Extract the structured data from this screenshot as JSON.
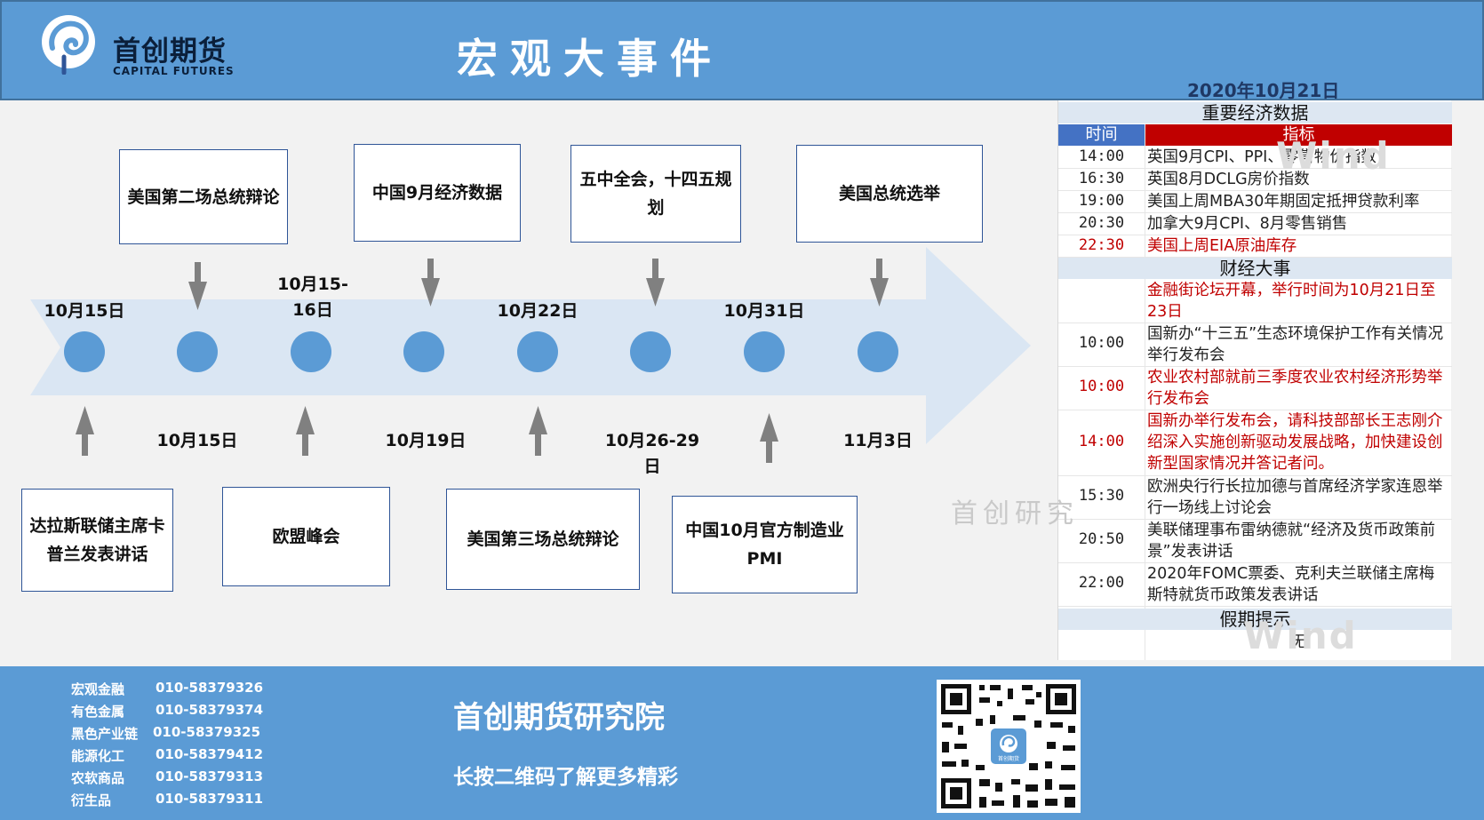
{
  "header": {
    "brand_cn": "首创期货",
    "brand_en": "CAPITAL FUTURES",
    "title": "宏观大事件",
    "date": "2020年10月21日"
  },
  "timeline": {
    "top_labels": [
      "10月15日",
      "10月15-16日",
      "10月22日",
      "10月31日"
    ],
    "bottom_labels": [
      "10月15日",
      "10月19日",
      "10月26-29日",
      "11月3日"
    ],
    "top_events": [
      "美国第二场总统辩论",
      "中国9月经济数据",
      "五中全会，十四五规划",
      "美国总统选举"
    ],
    "bottom_events": [
      "达拉斯联储主席卡普兰发表讲话",
      "欧盟峰会",
      "美国第三场总统辩论",
      "中国10月官方制造业PMI"
    ]
  },
  "panel": {
    "section1": "重要经济数据",
    "col_time": "时间",
    "col_indicator": "指标",
    "econ": [
      {
        "time": "14:00",
        "text": "英国9月CPI、PPI、零售物价指数",
        "highlight": false
      },
      {
        "time": "16:30",
        "text": "英国8月DCLG房价指数",
        "highlight": false
      },
      {
        "time": "19:00",
        "text": "美国上周MBA30年期固定抵押贷款利率",
        "highlight": false
      },
      {
        "time": "20:30",
        "text": "加拿大9月CPI、8月零售销售",
        "highlight": false
      },
      {
        "time": "22:30",
        "text": "美国上周EIA原油库存",
        "highlight": true
      }
    ],
    "section2": "财经大事",
    "events": [
      {
        "time": "",
        "text": "金融街论坛开幕，举行时间为10月21日至23日",
        "highlight": true
      },
      {
        "time": "10:00",
        "text": "国新办“十三五”生态环境保护工作有关情况举行发布会",
        "highlight": false
      },
      {
        "time": "10:00",
        "text": "农业农村部就前三季度农业农村经济形势举行发布会",
        "highlight": true
      },
      {
        "time": "14:00",
        "text": "国新办举行发布会，请科技部部长王志刚介绍深入实施创新驱动发展战略，加快建设创新型国家情况并答记者问。",
        "highlight": true
      },
      {
        "time": "15:30",
        "text": "欧洲央行行长拉加德与首席经济学家连恩举行一场线上讨论会",
        "highlight": false
      },
      {
        "time": "20:50",
        "text": "美联储理事布雷纳德就“经济及货币政策前景”发表讲话",
        "highlight": false
      },
      {
        "time": "22:00",
        "text": "2020年FOMC票委、克利夫兰联储主席梅斯特就货币政策发表讲话",
        "highlight": false
      }
    ],
    "section3": "假期提示",
    "holiday": "无"
  },
  "watermark": {
    "text": "首创研究",
    "wind": "Wind"
  },
  "footer": {
    "contacts": [
      {
        "dept": "宏观金融",
        "phone": "010-58379326"
      },
      {
        "dept": "有色金属",
        "phone": "010-58379374"
      },
      {
        "dept": "黑色产业链",
        "phone": "010-58379325"
      },
      {
        "dept": "能源化工",
        "phone": "010-58379412"
      },
      {
        "dept": "农软商品",
        "phone": "010-58379313"
      },
      {
        "dept": "衍生品",
        "phone": "010-58379311"
      }
    ],
    "institute": "首创期货研究院",
    "slogan": "长按二维码了解更多精彩",
    "qr_badge": "首创期货"
  },
  "colors": {
    "header_blue": "#5b9bd5",
    "arrow_fill": "#dae6f3",
    "circle_blue": "#5b9bd5",
    "indicator_red": "#c00000",
    "section_bg": "#dde7f2"
  }
}
